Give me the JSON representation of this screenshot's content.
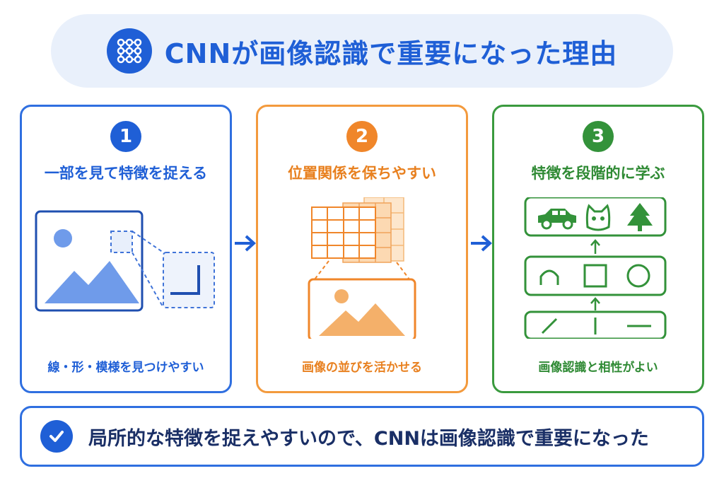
{
  "title": {
    "text": "CNNが画像認識で重要になった理由",
    "icon": "grid-network-icon"
  },
  "cards": [
    {
      "number": "1",
      "title": "一部を見て特徴を捉える",
      "caption": "線・形・模様を見つけやすい",
      "color": "#1f5fd6",
      "art": "image-with-zoomed-corner"
    },
    {
      "number": "2",
      "title": "位置関係を保ちやすい",
      "caption": "画像の並びを活かせる",
      "color": "#f0862a",
      "art": "feature-grid-over-image"
    },
    {
      "number": "3",
      "title": "特徴を段階的に学ぶ",
      "caption": "画像認識と相性がよい",
      "color": "#33923a",
      "art": "hierarchical-features",
      "levels": [
        [
          "car-icon",
          "cat-icon",
          "tree-icon"
        ],
        [
          "arch-icon",
          "square-icon",
          "circle-icon"
        ],
        [
          "diagonal-line-icon",
          "vertical-line-icon",
          "horizontal-line-icon"
        ]
      ]
    }
  ],
  "conclusion": {
    "text": "局所的な特徴を捉えやすいので、CNNは画像認識で重要になった",
    "icon": "check-icon"
  }
}
